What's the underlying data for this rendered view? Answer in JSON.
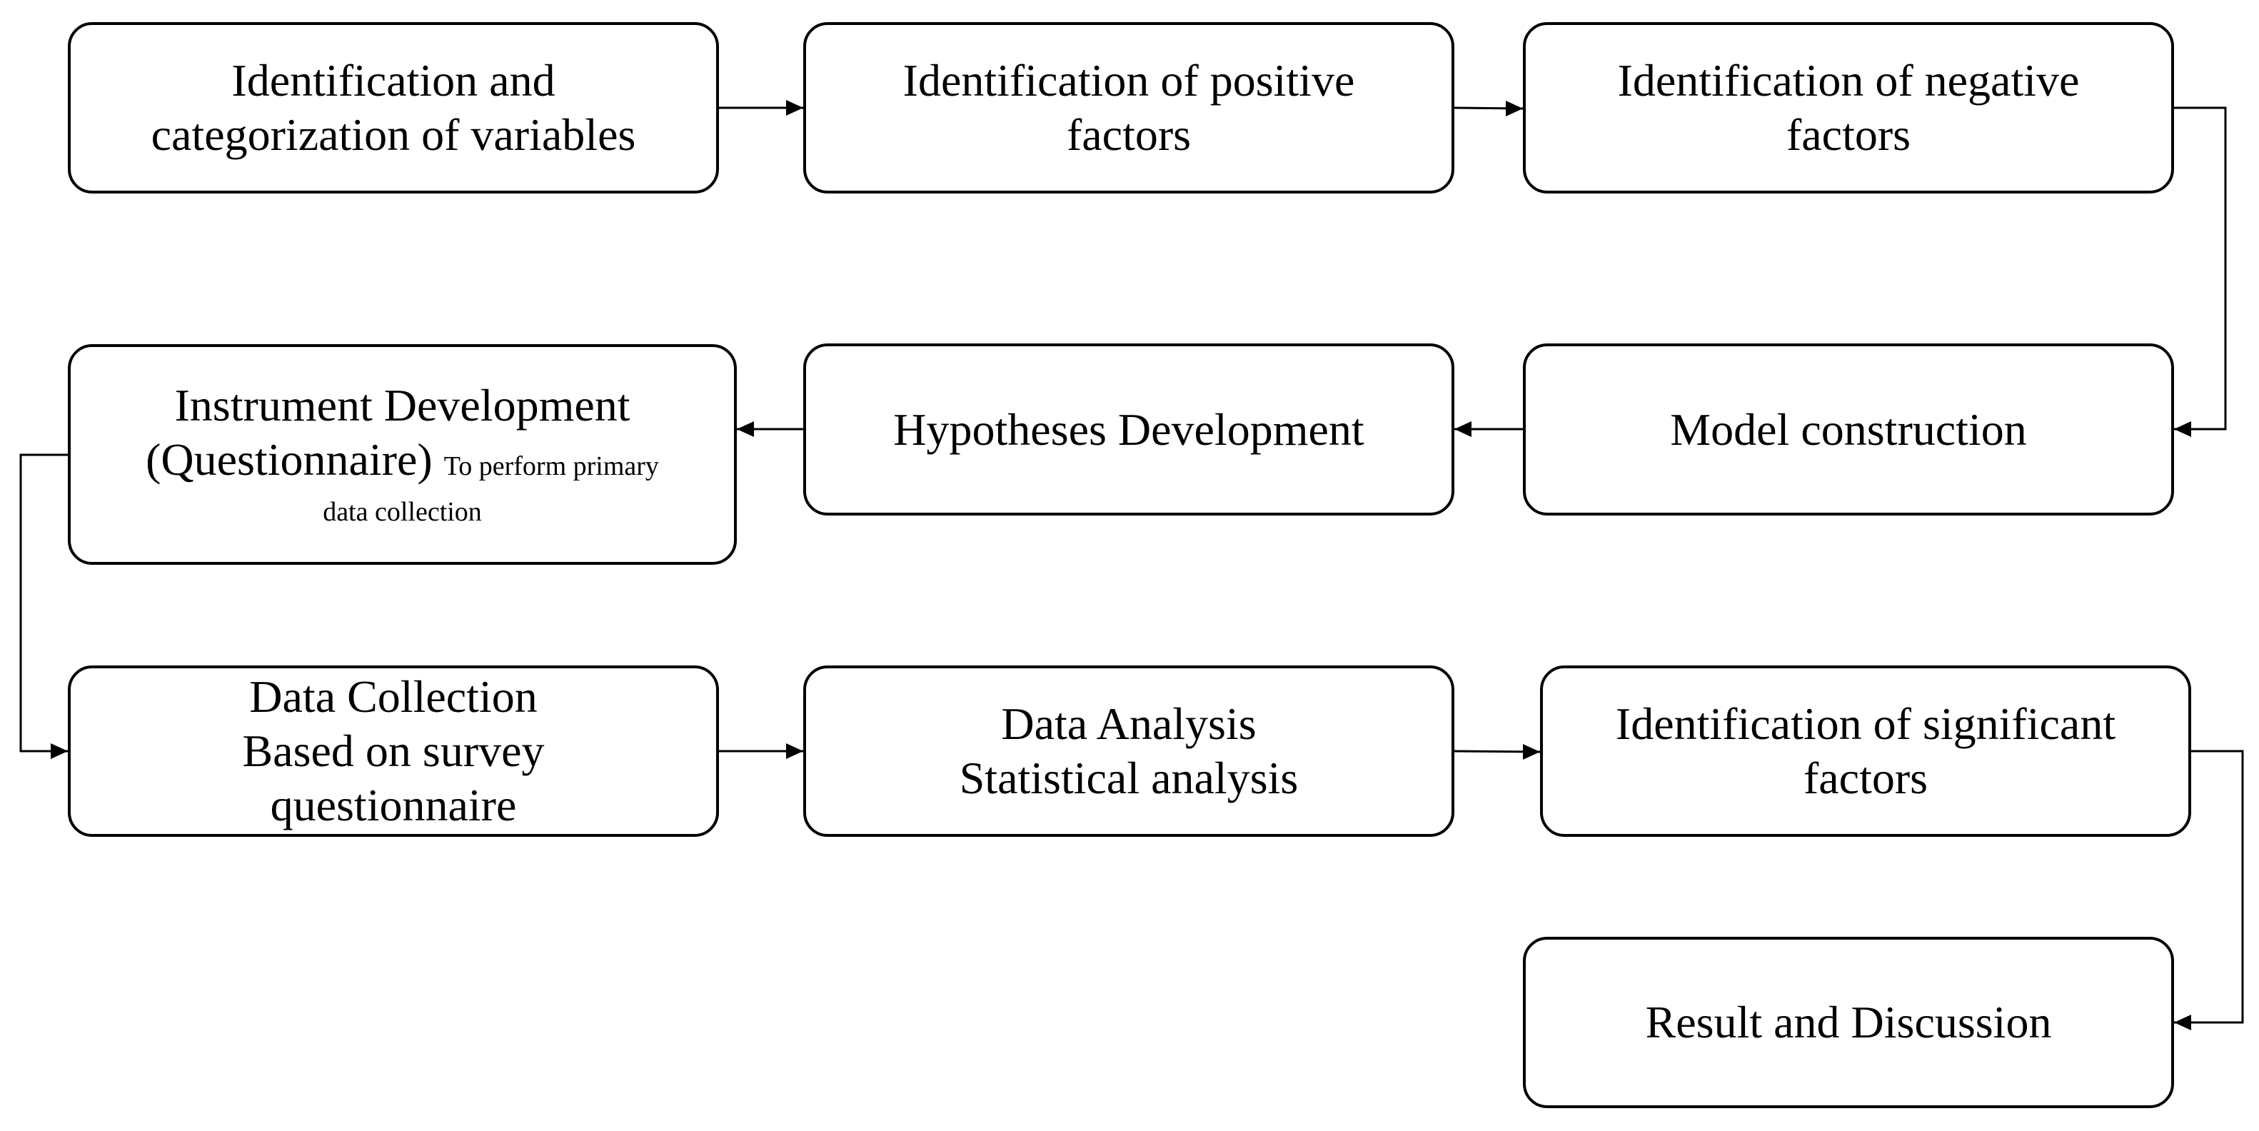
{
  "diagram": {
    "steps": [
      {
        "lines": [
          "Identification and",
          "categorization of variables"
        ]
      },
      {
        "lines": [
          "Identification of positive",
          "factors"
        ]
      },
      {
        "lines": [
          "Identification of negative",
          "factors"
        ]
      },
      {
        "line1": "Instrument Development",
        "line2_main": "(Questionnaire)",
        "line2_small": "To perform primary",
        "line3_small": "data collection"
      },
      {
        "lines": [
          "Hypotheses Development"
        ]
      },
      {
        "lines": [
          "Model construction"
        ]
      },
      {
        "lines": [
          "Data Collection",
          "Based on survey",
          "questionnaire"
        ]
      },
      {
        "lines": [
          "Data Analysis",
          "Statistical analysis"
        ]
      },
      {
        "lines": [
          "Identification of significant",
          "factors"
        ]
      },
      {
        "lines": [
          "Result and Discussion"
        ]
      }
    ],
    "colors": {
      "stroke": "#000000",
      "background": "#ffffff"
    }
  }
}
